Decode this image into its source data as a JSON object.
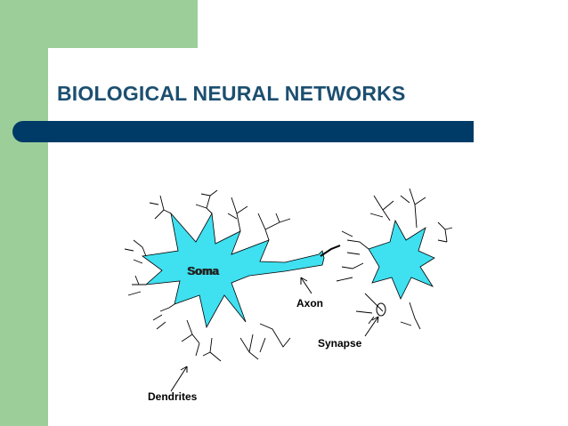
{
  "slide": {
    "title": "BIOLOGICAL NEURAL NETWORKS"
  },
  "diagram": {
    "labels": {
      "soma": "Soma",
      "axon": "Axon",
      "synapse": "Synapse",
      "dendrites": "Dendrites"
    }
  },
  "colors": {
    "accent_green": "#9cce9a",
    "title_blue": "#1c4f70",
    "bar_navy": "#003a66",
    "neuron_cyan": "#3fe0f0"
  }
}
